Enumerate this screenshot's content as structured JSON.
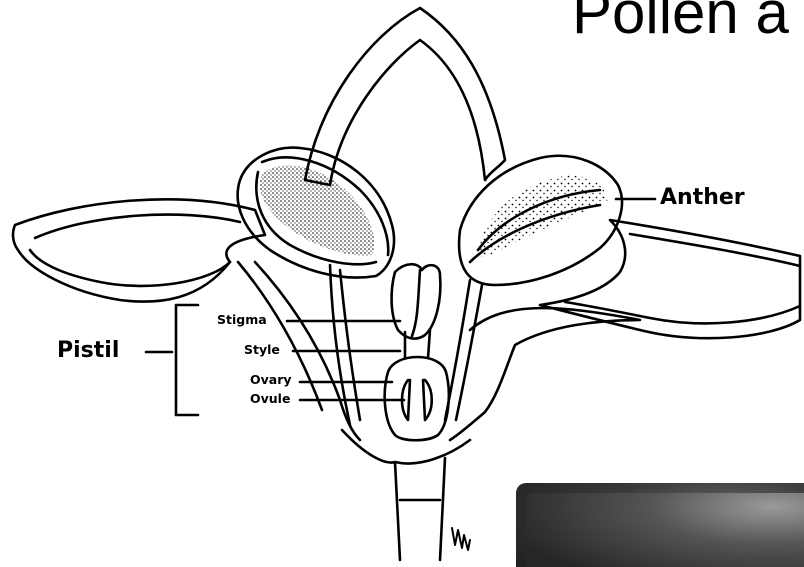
{
  "slide": {
    "title": "Pollen a"
  },
  "labels": {
    "anther": "Anther",
    "pistil": "Pistil",
    "stigma": "Stigma",
    "style": "Style",
    "ovary": "Ovary",
    "ovule": "Ovule"
  },
  "icons": {
    "signature": "artist-signature-mark"
  }
}
